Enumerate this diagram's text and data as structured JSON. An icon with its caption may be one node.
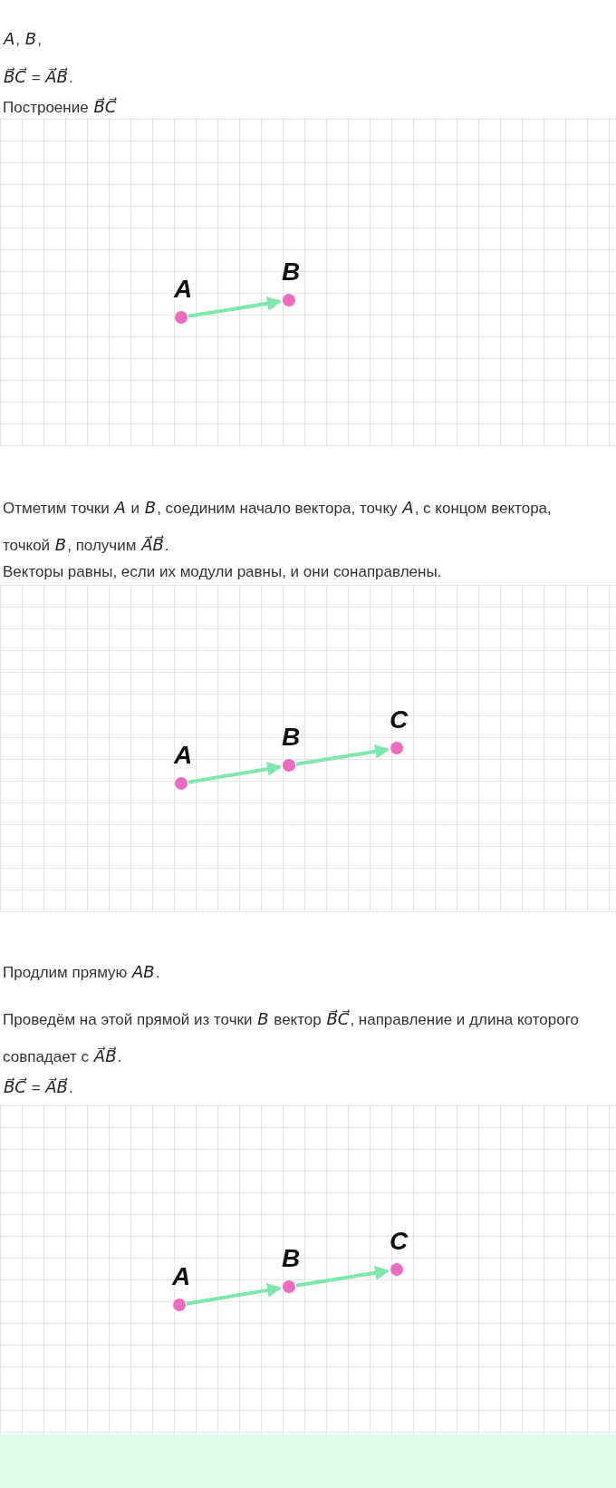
{
  "diagram": {
    "nodes": [
      {
        "text": [
          "A"
        ]
      },
      {
        "text": [
          "B"
        ]
      },
      {
        "text": [
          "A"
        ]
      },
      {
        "text": [
          "B"
        ]
      },
      {
        "text": [
          "C"
        ]
      },
      {
        "text": [
          "A"
        ]
      },
      {
        "text": [
          "B"
        ]
      },
      {
        "text": [
          "C"
        ]
      }
    ],
    "edges": [
      {
        "from": 0,
        "to": 1,
        "arrow": "to"
      },
      {
        "from": 2,
        "to": 3,
        "arrow": "to"
      },
      {
        "from": 3,
        "to": 4,
        "arrow": "to"
      },
      {
        "from": 5,
        "to": 6,
        "arrow": "to"
      },
      {
        "from": 6,
        "to": 7,
        "arrow": "to"
      }
    ],
    "labels": [
      "*A*, *B*,",
      "*B⃗C⃗* = *A⃗B⃗*.",
      "Построение *B⃗C⃗*",
      "Отметим точки *A* и *B*, соединим начало вектора, точку *A*, с концом вектора, точкой *B*, получим *A⃗B⃗*.",
      "Векторы равны, если их модули равны, и они сонаправлены.",
      "Продлим прямую *AB*.",
      "Проведём на этой прямой из точки *B* вектор *B⃗C⃗*, направление и длина которого совпадает с *A⃗B⃗*.",
      "*B⃗C⃗* = *A⃗B⃗*."
    ]
  }
}
